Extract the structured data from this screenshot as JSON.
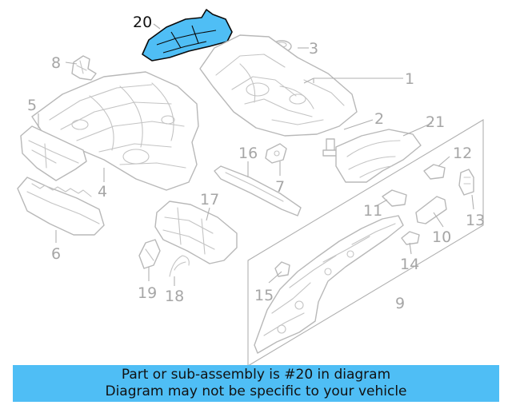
{
  "diagram": {
    "highlight_color": "#4fbef5",
    "callouts": {
      "c1": "1",
      "c2": "2",
      "c3": "3",
      "c4": "4",
      "c5": "5",
      "c6": "6",
      "c7": "7",
      "c8": "8",
      "c9": "9",
      "c10": "10",
      "c11": "11",
      "c12": "12",
      "c13": "13",
      "c14": "14",
      "c15": "15",
      "c16": "16",
      "c17": "17",
      "c18": "18",
      "c19": "19",
      "c20": "20",
      "c21": "21"
    }
  },
  "banner": {
    "line1": "Part or sub-assembly is #20 in diagram",
    "line2": "Diagram may not be specific to your vehicle"
  }
}
